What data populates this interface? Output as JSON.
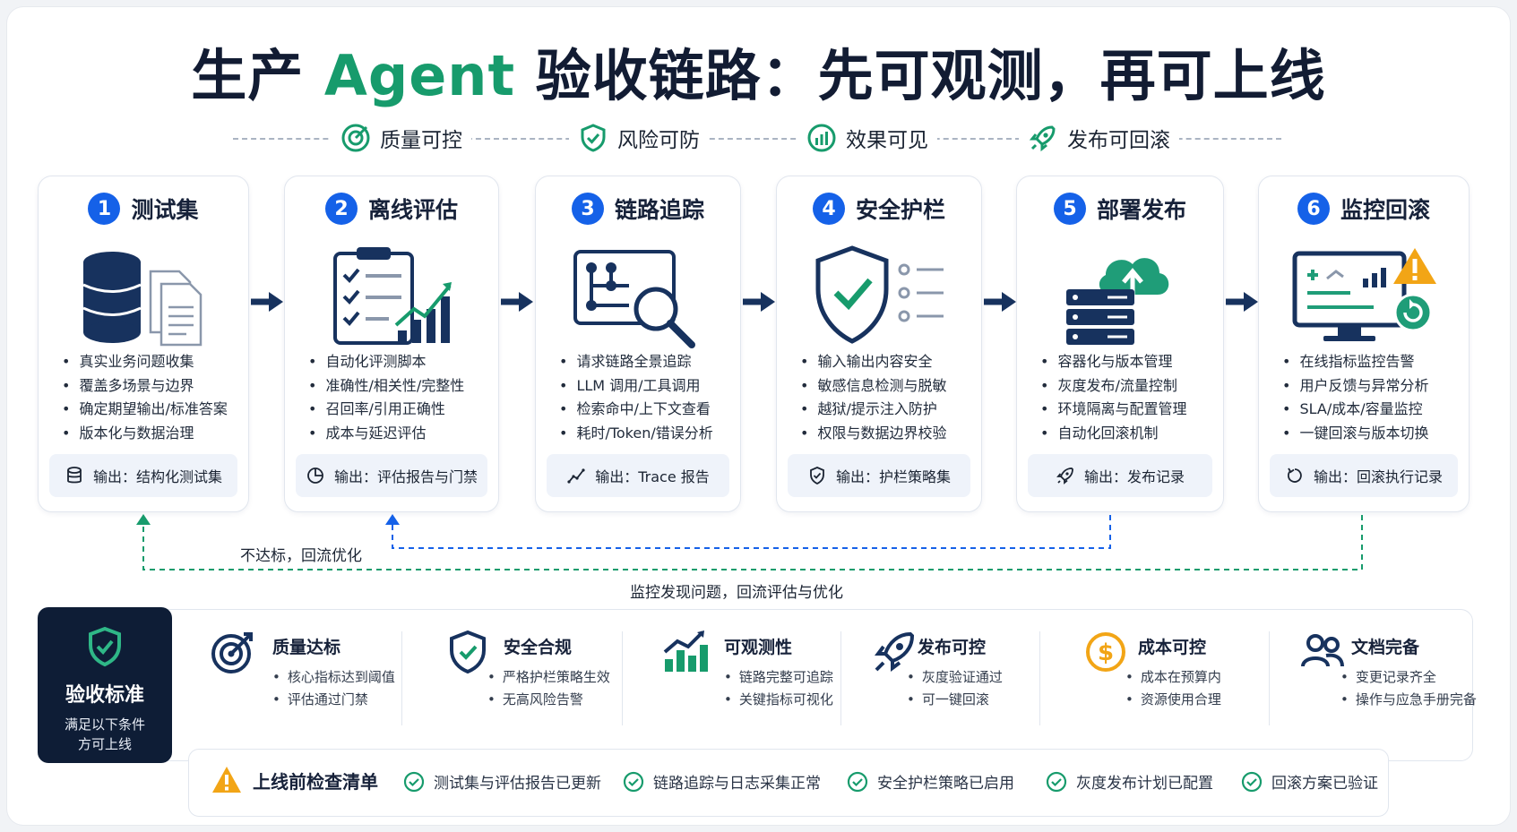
{
  "title": {
    "part1": "生产 ",
    "agent": "Agent",
    "part2": " 验收链路：先可观测，再可上线"
  },
  "pillars": [
    "质量可控",
    "风险可防",
    "效果可见",
    "发布可回滚"
  ],
  "steps": [
    {
      "num": "1",
      "title": "测试集",
      "items": [
        "真实业务问题收集",
        "覆盖多场景与边界",
        "确定期望输出/标准答案",
        "版本化与数据治理"
      ],
      "output": "输出：结构化测试集",
      "output_icon": "database-icon"
    },
    {
      "num": "2",
      "title": "离线评估",
      "items": [
        "自动化评测脚本",
        "准确性/相关性/完整性",
        "召回率/引用正确性",
        "成本与延迟评估"
      ],
      "output": "输出：评估报告与门禁",
      "output_icon": "pie-chart-icon"
    },
    {
      "num": "3",
      "title": "链路追踪",
      "items": [
        "请求链路全景追踪",
        "LLM 调用/工具调用",
        "检索命中/上下文查看",
        "耗时/Token/错误分析"
      ],
      "output": "输出：Trace 报告",
      "output_icon": "trend-line-icon"
    },
    {
      "num": "4",
      "title": "安全护栏",
      "items": [
        "输入输出内容安全",
        "敏感信息检测与脱敏",
        "越狱/提示注入防护",
        "权限与数据边界校验"
      ],
      "output": "输出：护栏策略集",
      "output_icon": "shield-check-icon"
    },
    {
      "num": "5",
      "title": "部署发布",
      "items": [
        "容器化与版本管理",
        "灰度发布/流量控制",
        "环境隔离与配置管理",
        "自动化回滚机制"
      ],
      "output": "输出：发布记录",
      "output_icon": "rocket-icon"
    },
    {
      "num": "6",
      "title": "监控回滚",
      "items": [
        "在线指标监控告警",
        "用户反馈与异常分析",
        "SLA/成本/容量监控",
        "一键回滚与版本切换"
      ],
      "output": "输出：回滚执行记录",
      "output_icon": "rollback-icon"
    }
  ],
  "loops": {
    "inner": "不达标，回流优化",
    "outer": "监控发现问题，回流评估与优化"
  },
  "acceptance": {
    "title": "验收标准",
    "line1": "满足以下条件",
    "line2": "方可上线"
  },
  "criteria": [
    {
      "title": "质量达标",
      "items": [
        "核心指标达到阈值",
        "评估通过门禁"
      ],
      "icon": "target-icon"
    },
    {
      "title": "安全合规",
      "items": [
        "严格护栏策略生效",
        "无高风险告警"
      ],
      "icon": "shield-icon"
    },
    {
      "title": "可观测性",
      "items": [
        "链路完整可追踪",
        "关键指标可视化"
      ],
      "icon": "bar-chart-icon"
    },
    {
      "title": "发布可控",
      "items": [
        "灰度验证通过",
        "可一键回滚"
      ],
      "icon": "rocket-icon"
    },
    {
      "title": "成本可控",
      "items": [
        "成本在预算内",
        "资源使用合理"
      ],
      "icon": "coin-icon"
    },
    {
      "title": "文档完备",
      "items": [
        "变更记录齐全",
        "操作与应急手册完备"
      ],
      "icon": "users-icon"
    }
  ],
  "checklist": {
    "title": "上线前检查清单",
    "items": [
      "测试集与评估报告已更新",
      "链路追踪与日志采集正常",
      "安全护栏策略已启用",
      "灰度发布计划已配置",
      "回滚方案已验证"
    ]
  },
  "colors": {
    "primary": "#1561e8",
    "green": "#179b6c",
    "navy": "#0e1d36",
    "warning": "#f2a516"
  }
}
